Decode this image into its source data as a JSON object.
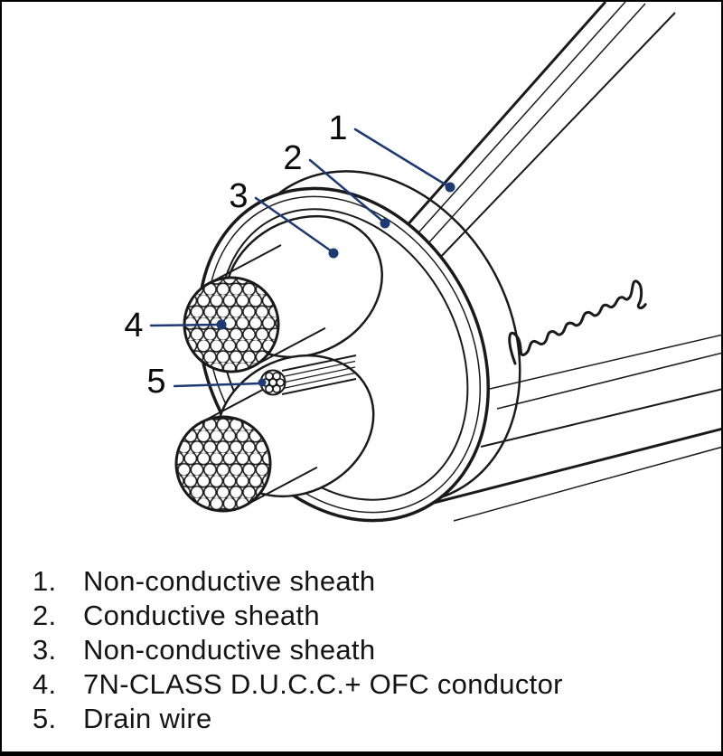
{
  "colors": {
    "leader": "#1e3a75",
    "ink": "#1a1a1a",
    "background": "#ffffff"
  },
  "diagram": {
    "callouts": [
      {
        "number": "1"
      },
      {
        "number": "2"
      },
      {
        "number": "3"
      },
      {
        "number": "4"
      },
      {
        "number": "5"
      }
    ]
  },
  "legend": {
    "items": [
      {
        "number": "1.",
        "label": "Non-conductive sheath"
      },
      {
        "number": "2.",
        "label": "Conductive sheath"
      },
      {
        "number": "3.",
        "label": "Non-conductive sheath"
      },
      {
        "number": "4.",
        "label": "7N-CLASS D.U.C.C.+ OFC conductor"
      },
      {
        "number": "5.",
        "label": "Drain wire"
      }
    ]
  }
}
